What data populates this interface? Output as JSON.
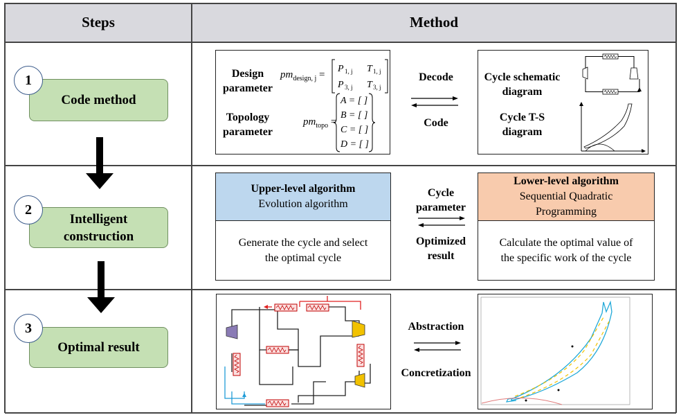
{
  "header": {
    "steps": "Steps",
    "method": "Method"
  },
  "steps": [
    {
      "number": "1",
      "label_lines": [
        "Code method"
      ]
    },
    {
      "number": "2",
      "label_lines": [
        "Intelligent",
        "construction"
      ]
    },
    {
      "number": "3",
      "label_lines": [
        "Optimal result"
      ]
    }
  ],
  "row1": {
    "design_lines": [
      "Design",
      "parameter"
    ],
    "topology_lines": [
      "Topology",
      "parameter"
    ],
    "pm_design_sub": "design, j",
    "pm_topo_sub": "topo",
    "matrix_cells": [
      "P",
      "1, j",
      "T",
      "1, j",
      "P",
      "3, j",
      "T",
      "3, j"
    ],
    "topo_rows": [
      "A = [ ]",
      "B = [ ]",
      "C = [ ]",
      "D = [ ]"
    ],
    "decode": "Decode",
    "code": "Code",
    "cycle_schematic_lines": [
      "Cycle schematic",
      "diagram"
    ],
    "cycle_ts_lines": [
      "Cycle T-S",
      "diagram"
    ]
  },
  "row2": {
    "upper_title": "Upper-level algorithm",
    "upper_sub": "Evolution algorithm",
    "upper_body_lines": [
      "Generate the cycle and select",
      "the optimal cycle"
    ],
    "cycle_param_lines": [
      "Cycle",
      "parameter"
    ],
    "optimized_lines": [
      "Optimized",
      "result"
    ],
    "lower_title": "Lower-level algorithm",
    "lower_sub_lines": [
      "Sequential Quadratic",
      "Programming"
    ],
    "lower_body_lines": [
      "Calculate the optimal value of",
      "the specific  work of the cycle"
    ]
  },
  "row3": {
    "abstraction": "Abstraction",
    "concretization": "Concretization"
  },
  "colors": {
    "header_bg": "#d9d9de",
    "step_box": "#c5e0b4",
    "upper_head": "#bdd7ee",
    "lower_head": "#f8cbad",
    "heater_red": "#c00000",
    "ts_line": "#1fa8d8",
    "ts_dash": "#f2c200",
    "flow_blue": "#1e9bd7",
    "flow_red": "#e02020"
  }
}
